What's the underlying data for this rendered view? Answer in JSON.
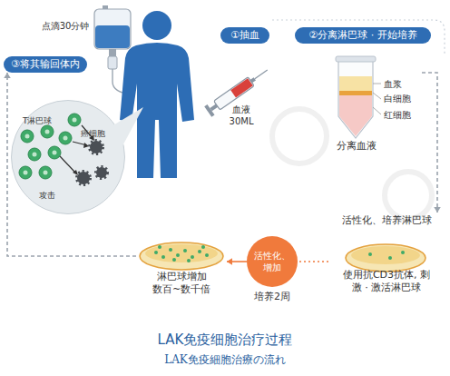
{
  "diagram": {
    "title": "LAK免疫细胞治疗过程",
    "caption": "LAK免疫細胞治療の流れ",
    "nodes": [
      {
        "text": [
          "③将其输回体内"
        ]
      },
      {
        "text": [
          "①抽血"
        ]
      },
      {
        "text": [
          "②分离淋巴球 · 开始培养"
        ]
      },
      {
        "text": [
          "血浆",
          "白细胞",
          "红细胞",
          "分离血液"
        ]
      },
      {
        "text": [
          "活性化、培养淋巴球",
          "使用抗CD3抗体, 刺激 · 激活淋巴球"
        ]
      },
      {
        "text": [
          "活性化、增加",
          "培养2周"
        ]
      },
      {
        "text": [
          "淋巴球增加 数百~数千倍"
        ]
      },
      {
        "text": [
          "T淋巴球",
          "癌细胞",
          "攻击"
        ]
      }
    ],
    "edges": [
      {
        "from": 3,
        "to": 4,
        "arrow": "to"
      },
      {
        "from": 4,
        "to": 5,
        "arrow": "none"
      },
      {
        "from": 5,
        "to": 6,
        "arrow": "to"
      },
      {
        "from": 6,
        "to": 0,
        "arrow": "to"
      }
    ],
    "labels": [
      "点滴30分钟",
      "血液 30ML"
    ]
  }
}
